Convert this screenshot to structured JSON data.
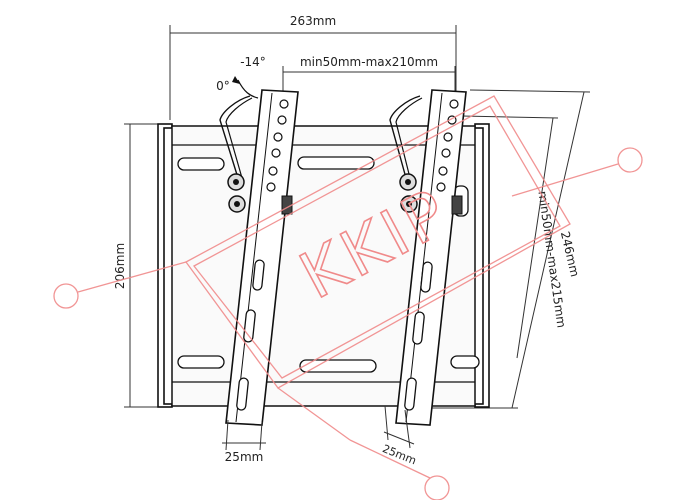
{
  "dimensions": {
    "width_top": "263mm",
    "vesa_horizontal": "min50mm-max210mm",
    "height_overall": "246mm",
    "vesa_vertical": "min50mm-max215mm",
    "height_plate": "206mm",
    "arm_width_front": "25mm",
    "arm_depth_side": "25mm"
  },
  "tilt": {
    "angle_tilted": "-14°",
    "angle_level": "0°"
  },
  "watermark": {
    "text": "KKIP",
    "color": "#f08a8a"
  }
}
